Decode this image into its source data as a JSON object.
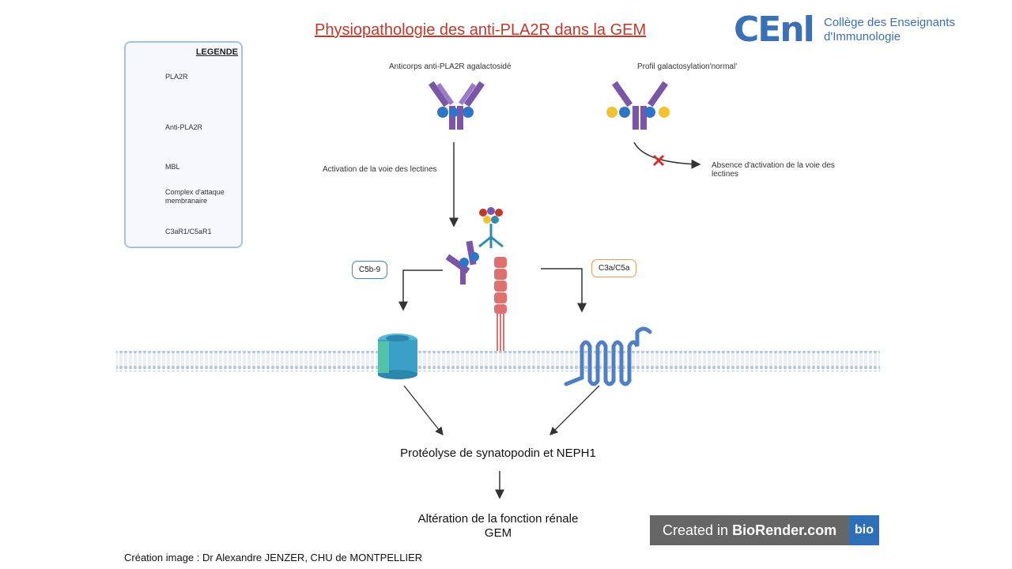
{
  "title": "Physiopathologie des anti-PLA2R dans la GEM",
  "logo": {
    "mark": "CEnl",
    "line1": "Collège des Enseignants",
    "line2": "d'Immunologie"
  },
  "legend": {
    "title": "LEGENDE",
    "items": [
      "PLA2R",
      "Anti-PLA2R",
      "MBL",
      "Complex d'attaque membranaire",
      "C3aR1/C5aR1"
    ]
  },
  "labels": {
    "antibody_agalacto": "Anticorps anti-PLA2R agalactosidé",
    "normal_profile": "Profil galactosylation'normal'",
    "lectin_activation": "Activation de la voie des lectines",
    "no_activation": "Absence d'activation de la voie des lectines",
    "c5b9": "C5b-9",
    "c3a_c5a": "C3a/C5a",
    "proteolysis": "Protéolyse de synatopodin et NEPH1",
    "alteration_line1": "Altération de la fonction rénale",
    "alteration_line2": "GEM"
  },
  "biorender": {
    "prefix": "Created in ",
    "brand": "BioRender.com",
    "badge": "bio"
  },
  "credit": "Création image :  Dr Alexandre JENZER, CHU de MONTPELLIER",
  "colors": {
    "title": "#c0392b",
    "brand_blue": "#3b6fb6",
    "antibody_purple": "#7b55a8",
    "blue_sugar": "#2e75c7",
    "gold_sugar": "#f2c230",
    "pla2r": "#e07070",
    "mac": "#3aa0c8",
    "receptor": "#4f7fc4",
    "membrane": "#b8c9df"
  }
}
